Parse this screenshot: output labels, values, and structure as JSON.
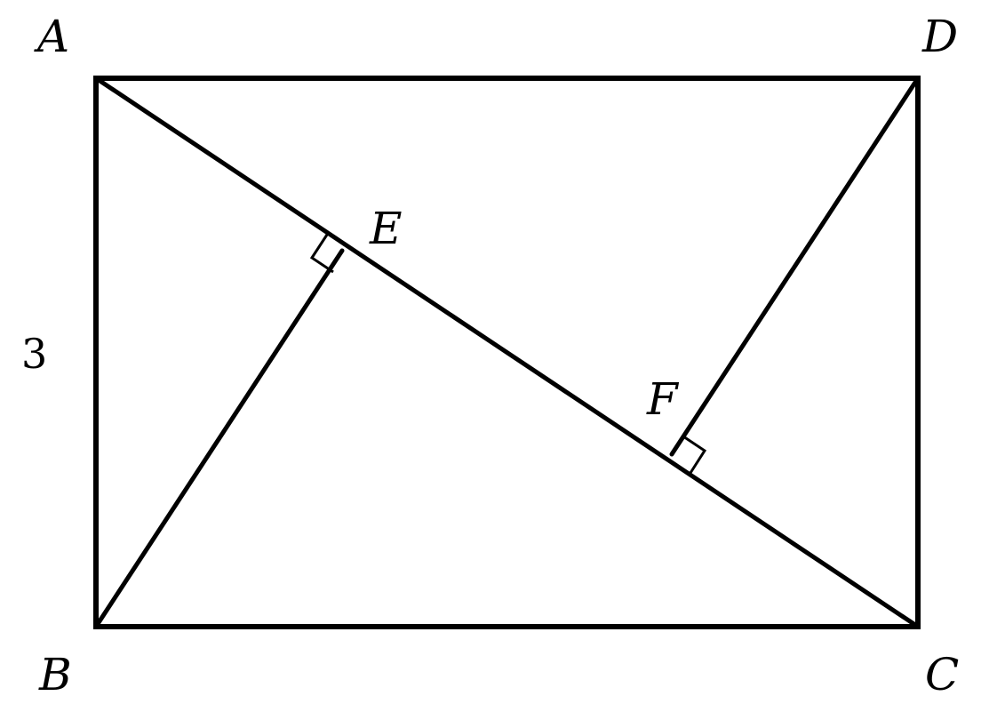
{
  "points": {
    "A": "A",
    "B": "B",
    "C": "C",
    "D": "D",
    "E": "E",
    "F": "F"
  },
  "side_length_AB": "3"
}
